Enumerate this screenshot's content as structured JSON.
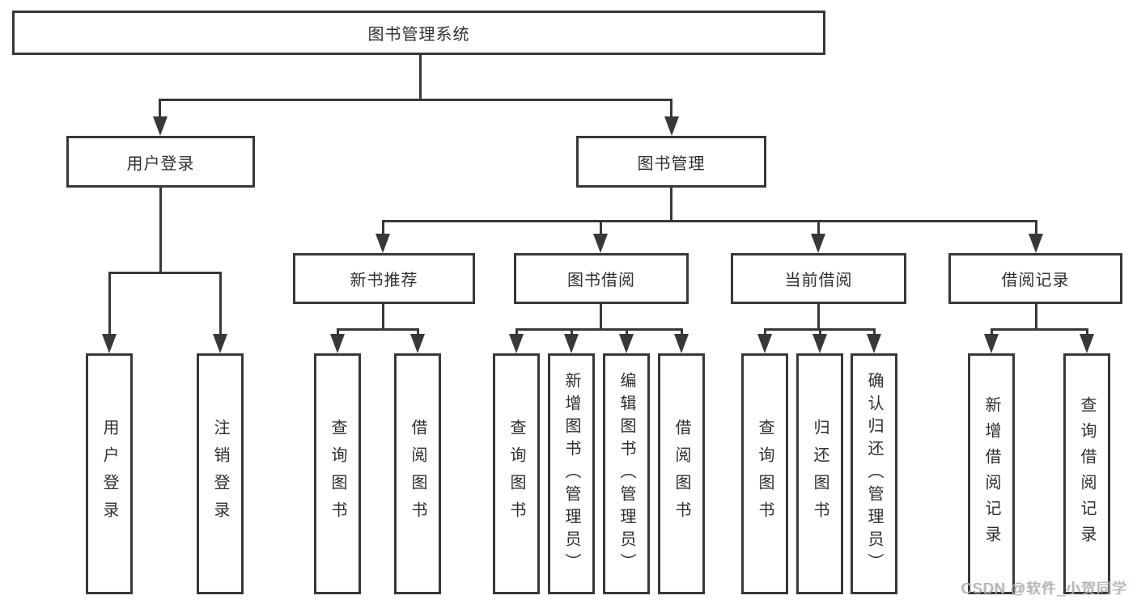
{
  "colors": {
    "line": "#383838",
    "text": "#2f2f2f",
    "watermark": "#b3b3b3",
    "background": "#ffffff"
  },
  "nodes": {
    "root": "图书管理系统",
    "user_login": "用户登录",
    "book_mgmt": "图书管理",
    "new_rec": "新书推荐",
    "borrow": "图书借阅",
    "current": "当前借阅",
    "records": "借阅记录",
    "leaf_user_login": "用户登录",
    "leaf_logout": "注销登录",
    "rec_query_book": "查询图书",
    "rec_borrow_book": "借阅图书",
    "bor_query_book": "查询图书",
    "bor_add_book": "新增图书（管理员）",
    "bor_edit_book": "编辑图书（管理员）",
    "bor_borrow_book": "借阅图书",
    "cur_query_book": "查询图书",
    "cur_return_book": "归还图书",
    "cur_confirm_return": "确认归还（管理员）",
    "log_add_record": "新增借阅记录",
    "log_query_record": "查询借阅记录"
  },
  "hierarchy": {
    "root": [
      "user_login",
      "book_mgmt"
    ],
    "user_login": [
      "leaf_user_login",
      "leaf_logout"
    ],
    "book_mgmt": [
      "new_rec",
      "borrow",
      "current",
      "records"
    ],
    "new_rec": [
      "rec_query_book",
      "rec_borrow_book"
    ],
    "borrow": [
      "bor_query_book",
      "bor_add_book",
      "bor_edit_book",
      "bor_borrow_book"
    ],
    "current": [
      "cur_query_book",
      "cur_return_book",
      "cur_confirm_return"
    ],
    "records": [
      "log_add_record",
      "log_query_record"
    ]
  },
  "watermark": "CSDN @软件_小贺同学"
}
